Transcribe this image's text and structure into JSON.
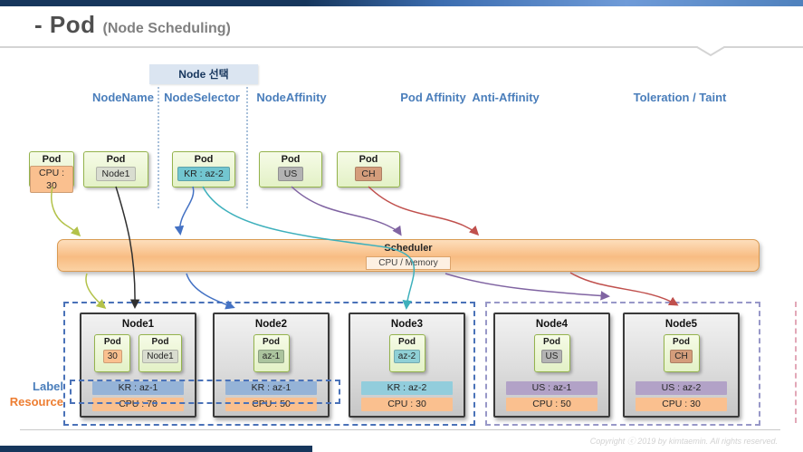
{
  "header": {
    "title": "- Pod",
    "subtitle": "(Node Scheduling)"
  },
  "selector_banner": {
    "label": "Node 선택"
  },
  "columns": [
    {
      "label": "NodeName"
    },
    {
      "label": "NodeSelector"
    },
    {
      "label": "NodeAffinity"
    },
    {
      "label": "Pod Affinity  Anti-Affinity"
    },
    {
      "label": "Toleration / Taint"
    }
  ],
  "pods": [
    {
      "title": "Pod",
      "chip": "CPU : 30",
      "chip_color": "#fac08f"
    },
    {
      "title": "Pod",
      "chip": "Node1",
      "chip_color": "#d9ddd0"
    },
    {
      "title": "Pod",
      "chip": "KR : az-2",
      "chip_color": "#72c6d0"
    },
    {
      "title": "Pod",
      "chip": "US",
      "chip_color": "#b3b3b3"
    },
    {
      "title": "Pod",
      "chip": "CH",
      "chip_color": "#d49d7b"
    }
  ],
  "scheduler": {
    "title": "Scheduler",
    "subtitle": "CPU / Memory"
  },
  "nodes": [
    {
      "name": "Node1",
      "pods": [
        {
          "title": "Pod",
          "chip": "30",
          "chip_color": "#fac08f"
        },
        {
          "title": "Pod",
          "chip": "Node1",
          "chip_color": "#d9ddd0"
        }
      ],
      "label": "KR : az-1",
      "label_color": "#95b3d7",
      "resource": "CPU : 70",
      "resource_color": "#fac08f"
    },
    {
      "name": "Node2",
      "pods": [
        {
          "title": "Pod",
          "chip": "az-1",
          "chip_color": "#abc49e"
        }
      ],
      "label": "KR : az-1",
      "label_color": "#95b3d7",
      "resource": "CPU : 50",
      "resource_color": "#fac08f"
    },
    {
      "name": "Node3",
      "pods": [
        {
          "title": "Pod",
          "chip": "az-2",
          "chip_color": "#8fd0d6"
        }
      ],
      "label": "KR : az-2",
      "label_color": "#92cddc",
      "resource": "CPU : 30",
      "resource_color": "#fac08f"
    },
    {
      "name": "Node4",
      "pods": [
        {
          "title": "Pod",
          "chip": "US",
          "chip_color": "#b3b3b3"
        }
      ],
      "label": "US : az-1",
      "label_color": "#b2a2c7",
      "resource": "CPU : 50",
      "resource_color": "#fac08f"
    },
    {
      "name": "Node5",
      "pods": [
        {
          "title": "Pod",
          "chip": "CH",
          "chip_color": "#d49d7b"
        }
      ],
      "label": "US : az-2",
      "label_color": "#b2a2c7",
      "resource": "CPU : 30",
      "resource_color": "#fac08f"
    }
  ],
  "side_labels": {
    "label": "Label",
    "resource": "Resource"
  },
  "connections": [
    {
      "from": "Pod CPU : 30",
      "to": "Scheduler, then Node1",
      "color": "#b3c24a"
    },
    {
      "from": "Pod Node1",
      "to": "Node1 (NodeName)",
      "color": "#303030"
    },
    {
      "from": "Pod KR : az-2",
      "to": "Scheduler, then Node2",
      "color": "#4472c4"
    },
    {
      "from": "Pod KR : az-2",
      "to": "Node3 (label match)",
      "color": "#3eb0bc"
    },
    {
      "from": "Pod US",
      "to": "Scheduler, then Node4/Node5 group",
      "color": "#8064a2"
    },
    {
      "from": "Pod CH",
      "to": "Scheduler, then Node5",
      "color": "#c0504d"
    }
  ],
  "footer": {
    "copyright": "Copyright ⓒ 2019 by kimtaemin. All rights reserved."
  },
  "colors": {
    "accent_blue": "#4a7ebb",
    "accent_orange": "#ed7d31",
    "scheduler_orange": "#f8bc82",
    "navy": "#16365c"
  }
}
